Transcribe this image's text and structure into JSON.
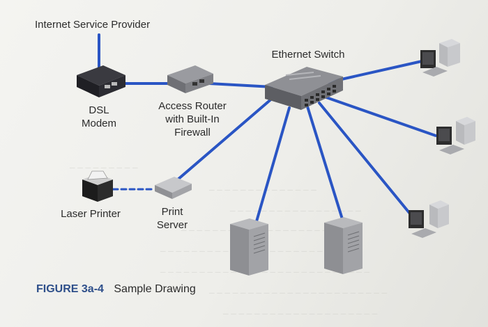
{
  "colors": {
    "link": "#2a55c4",
    "text": "#2b2b2b",
    "caption_accent": "#2e4f8a"
  },
  "labels": {
    "isp": "Internet Service Provider",
    "dsl_modem_line1": "DSL",
    "dsl_modem_line2": "Modem",
    "router_line1": "Access Router",
    "router_line2": "with Built-In",
    "router_line3": "Firewall",
    "switch": "Ethernet Switch",
    "laser_printer": "Laser Printer",
    "print_server_line1": "Print",
    "print_server_line2": "Server"
  },
  "caption": {
    "figure": "FIGURE 3a-4",
    "text": "Sample Drawing"
  },
  "devices": [
    {
      "name": "dsl-modem-icon"
    },
    {
      "name": "access-router-icon"
    },
    {
      "name": "ethernet-switch-icon"
    },
    {
      "name": "laser-printer-icon"
    },
    {
      "name": "print-server-icon"
    },
    {
      "name": "server-icon"
    },
    {
      "name": "workstation-icon"
    }
  ]
}
